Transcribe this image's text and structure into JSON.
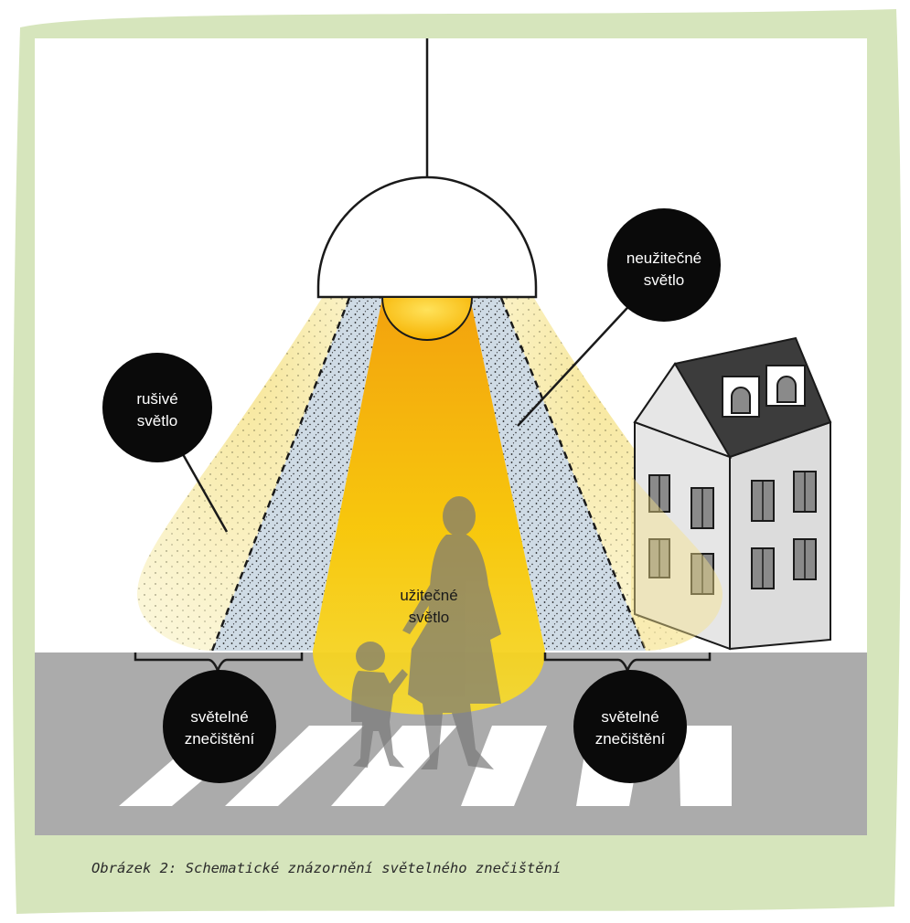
{
  "labels": {
    "disturbing_light": [
      "rušivé",
      "světlo"
    ],
    "useless_light": [
      "neužitečné",
      "světlo"
    ],
    "useful_light": [
      "užitečné",
      "světlo"
    ],
    "pollution_left": [
      "světelné",
      "znečištění"
    ],
    "pollution_right": [
      "světelné",
      "znečištění"
    ]
  },
  "caption": "Obrázek 2: Schematické znázornění světelného znečištění",
  "colors": {
    "frame": "#d6e5bc",
    "road": "#ababab",
    "useful_beam": "#f5b800",
    "pollution_band": "#cfdbe5",
    "glow": "#f7eca6",
    "label_circle": "#0a0a0a",
    "building_wall": "#e6e6e6",
    "roof": "#3c3c3c"
  },
  "icons": [
    "street-lamp-icon",
    "house-icon",
    "woman-silhouette-icon",
    "child-silhouette-icon",
    "crosswalk-icon"
  ]
}
